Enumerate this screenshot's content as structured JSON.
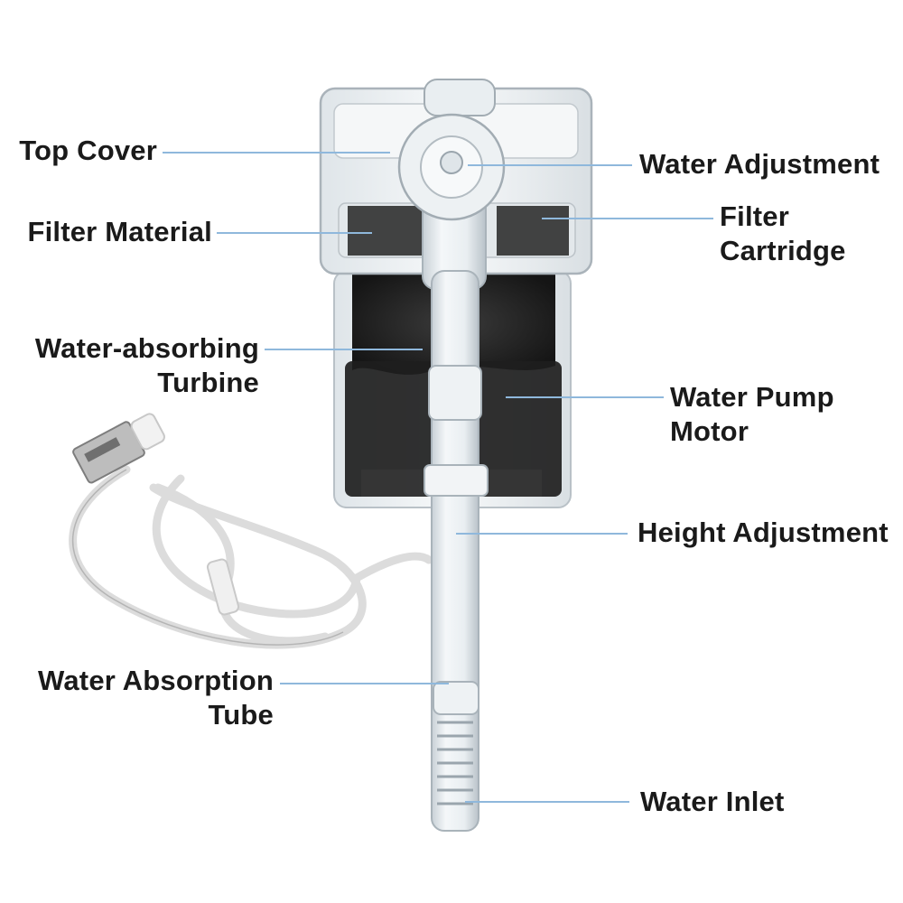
{
  "labels": {
    "top_cover": "Top Cover",
    "filter_material": "Filter Material",
    "water_absorbing_turbine": [
      "Water-absorbing",
      "Turbine"
    ],
    "water_absorption_tube": [
      "Water Absorption",
      "Tube"
    ],
    "water_adjustment": "Water Adjustment",
    "filter_cartridge": [
      "Filter",
      "Cartridge"
    ],
    "water_pump_motor": [
      "Water Pump",
      "Motor"
    ],
    "height_adjustment": "Height Adjustment",
    "water_inlet": "Water Inlet"
  },
  "colors": {
    "leader_line": "#8fb8dc",
    "label_text": "#1a1a1a",
    "cable": "#e8e8e8",
    "housing": "#eef2f4",
    "sponge": "#2a2a2a",
    "water": "#1c1c1c"
  }
}
